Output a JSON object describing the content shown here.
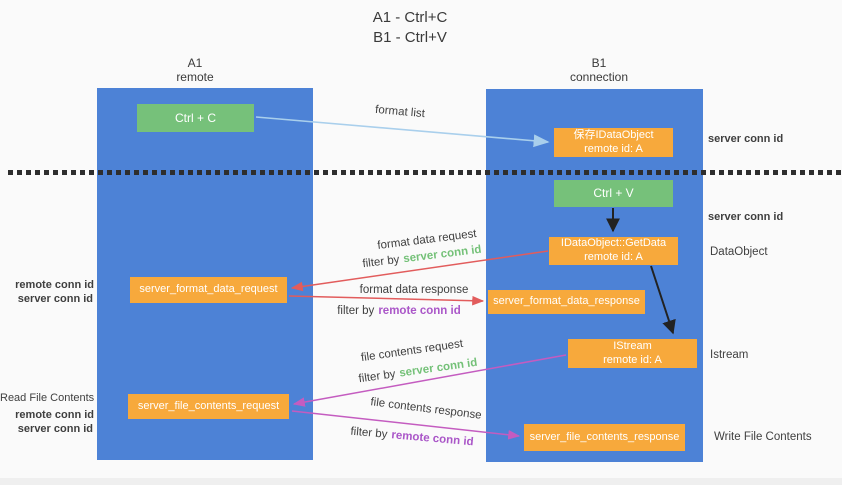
{
  "title": {
    "line1": "A1 - Ctrl+C",
    "line2": "B1 - Ctrl+V"
  },
  "lanes": {
    "a1": {
      "name": "A1",
      "subtitle": "remote"
    },
    "b1": {
      "name": "B1",
      "subtitle": "connection"
    }
  },
  "nodes": {
    "ctrl_c": {
      "label": "Ctrl + C"
    },
    "save_idataobject": {
      "line1": "保存IDataObject",
      "line2": "remote id: A"
    },
    "ctrl_v": {
      "label": "Ctrl + V"
    },
    "getdata": {
      "line1": "IDataObject::GetData",
      "line2": "remote id: A"
    },
    "format_request": {
      "label": "server_format_data_request"
    },
    "format_response": {
      "label": "server_format_data_response"
    },
    "istream": {
      "line1": "IStream",
      "line2": "remote id: A"
    },
    "file_request": {
      "label": "server_file_contents_request"
    },
    "file_response": {
      "label": "server_file_contents_response"
    }
  },
  "arrow_labels": {
    "format_list": "format list",
    "format_data_request": "format data request",
    "format_data_response": "format data response",
    "file_contents_request": "file contents request",
    "file_contents_response": "file contents response",
    "filter_by": "filter by",
    "server_conn_id": "server conn id",
    "remote_conn_id": "remote conn id"
  },
  "side_labels": {
    "server_conn_id": "server conn id",
    "remote_conn_id": "remote conn id",
    "dataobject": "DataObject",
    "istream": "Istream",
    "read_file_contents": "Read File Contents",
    "write_file_contents": "Write File Contents"
  },
  "colors": {
    "lane_blue": "#4d82d6",
    "node_green": "#76c17a",
    "node_orange": "#f7a93c",
    "arrow_red": "#e25c5c",
    "arrow_magenta": "#c45cc0",
    "arrow_lightblue": "#a9cfec",
    "arrow_black": "#222222",
    "text_green": "#74c178",
    "text_purple": "#aa56c8",
    "text_dark": "#3f3f3f"
  }
}
